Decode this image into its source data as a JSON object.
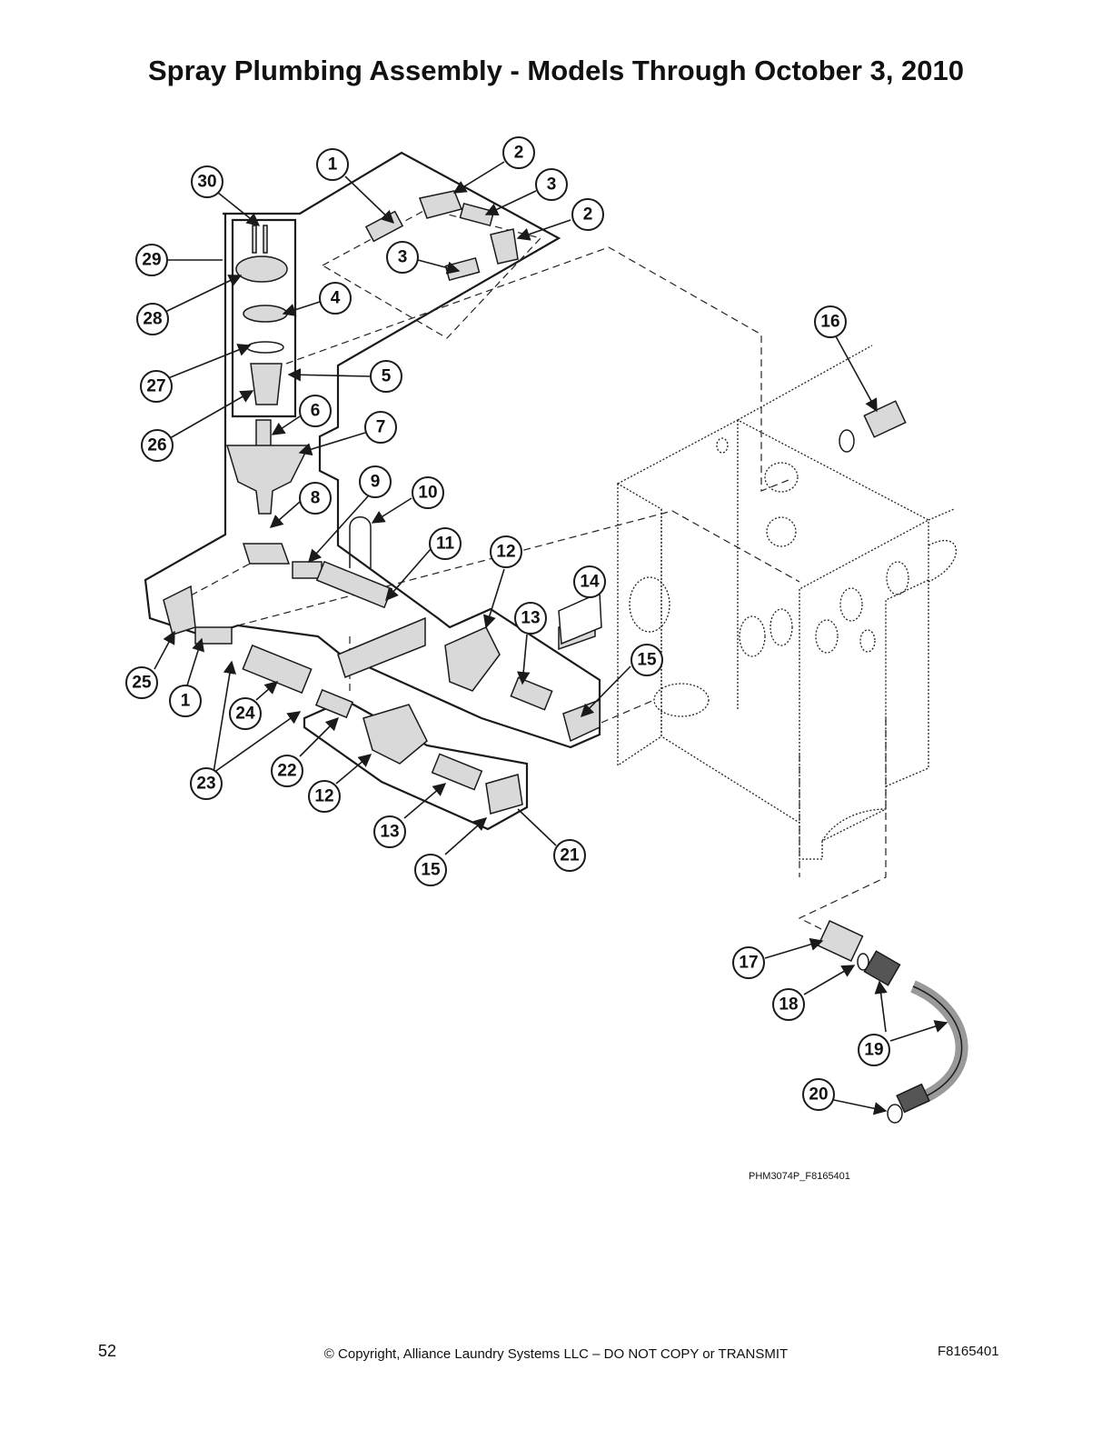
{
  "title": "Spray Plumbing Assembly - Models Through October 3, 2010",
  "figure_code": "PHM3074P_F8165401",
  "footer": {
    "page_number": "52",
    "copyright": "© Copyright, Alliance Laundry Systems LLC – DO NOT COPY or TRANSMIT",
    "document_code": "F8165401"
  },
  "callouts": [
    "1",
    "2",
    "3",
    "2",
    "3",
    "30",
    "29",
    "28",
    "4",
    "27",
    "5",
    "26",
    "6",
    "7",
    "8",
    "9",
    "10",
    "11",
    "12",
    "13",
    "14",
    "15",
    "16",
    "25",
    "1",
    "24",
    "23",
    "22",
    "12",
    "13",
    "15",
    "21",
    "17",
    "18",
    "19",
    "20"
  ]
}
